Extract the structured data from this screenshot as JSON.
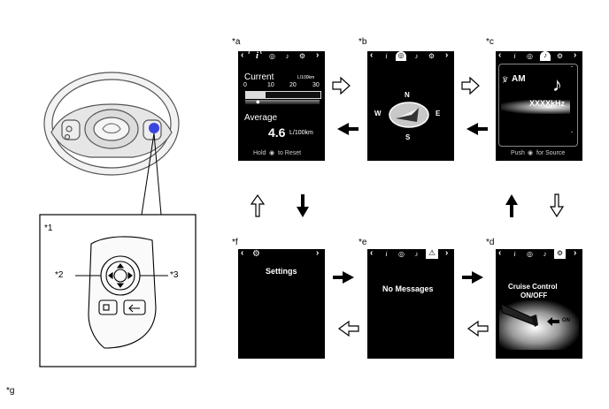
{
  "labels": {
    "a": "*a",
    "b": "*b",
    "c": "*c",
    "d": "*d",
    "e": "*e",
    "f": "*f",
    "g": "*g",
    "n1": "*1",
    "n2": "*2",
    "n3": "*3"
  },
  "screen_a": {
    "current_label": "Current",
    "unit_top": "L/100km",
    "scale": [
      "0",
      "10",
      "20",
      "30"
    ],
    "average_label": "Average",
    "average_value": "4.6",
    "average_unit": "L/100km",
    "footer_pre": "Hold",
    "footer_post": "to Reset"
  },
  "screen_b": {
    "n": "N",
    "e": "E",
    "s": "S",
    "w": "W"
  },
  "screen_c": {
    "band": "AM",
    "freq": "XXXXkHz",
    "footer_pre": "Push",
    "footer_post": "for Source"
  },
  "screen_d": {
    "title_1": "Cruise Control",
    "title_2": "ON/OFF",
    "on": "ON"
  },
  "screen_e": {
    "message": "No Messages"
  },
  "screen_f": {
    "title": "Settings"
  },
  "colors": {
    "screen_bg": "#000000",
    "arrow_fill": "#000000",
    "arrow_hollow": "#ffffff",
    "button_blue": "#3b46e0"
  }
}
